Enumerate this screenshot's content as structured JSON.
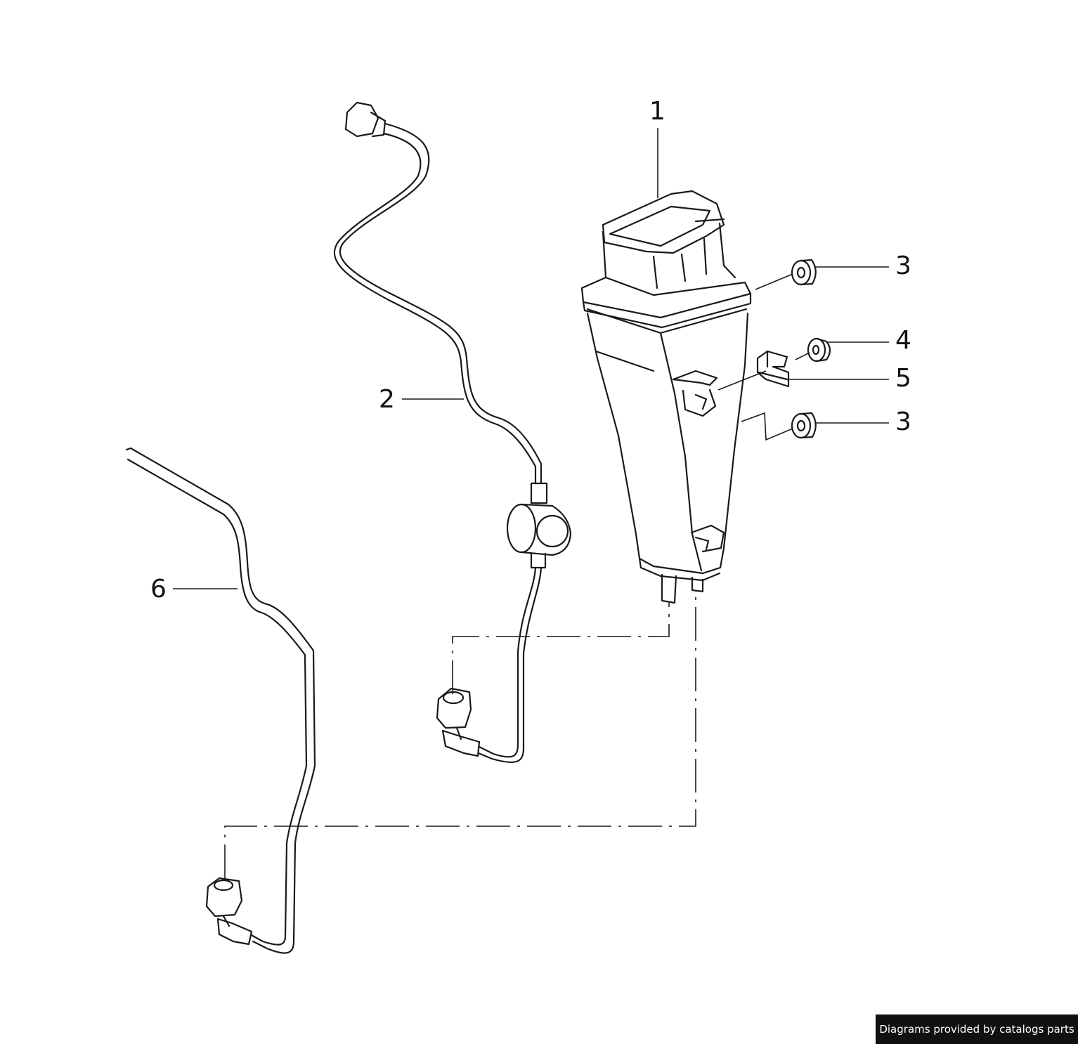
{
  "diagram": {
    "callouts": {
      "part_1": "1",
      "part_2": "2",
      "part_3_upper": "3",
      "part_3_lower": "3",
      "part_4": "4",
      "part_5": "5",
      "part_6": "6"
    },
    "credit": "Diagrams provided by catalogs parts",
    "colors": {
      "line": "#1a1a1a",
      "background": "#ffffff",
      "credit_bg": "#111111",
      "credit_text": "#ffffff"
    }
  }
}
